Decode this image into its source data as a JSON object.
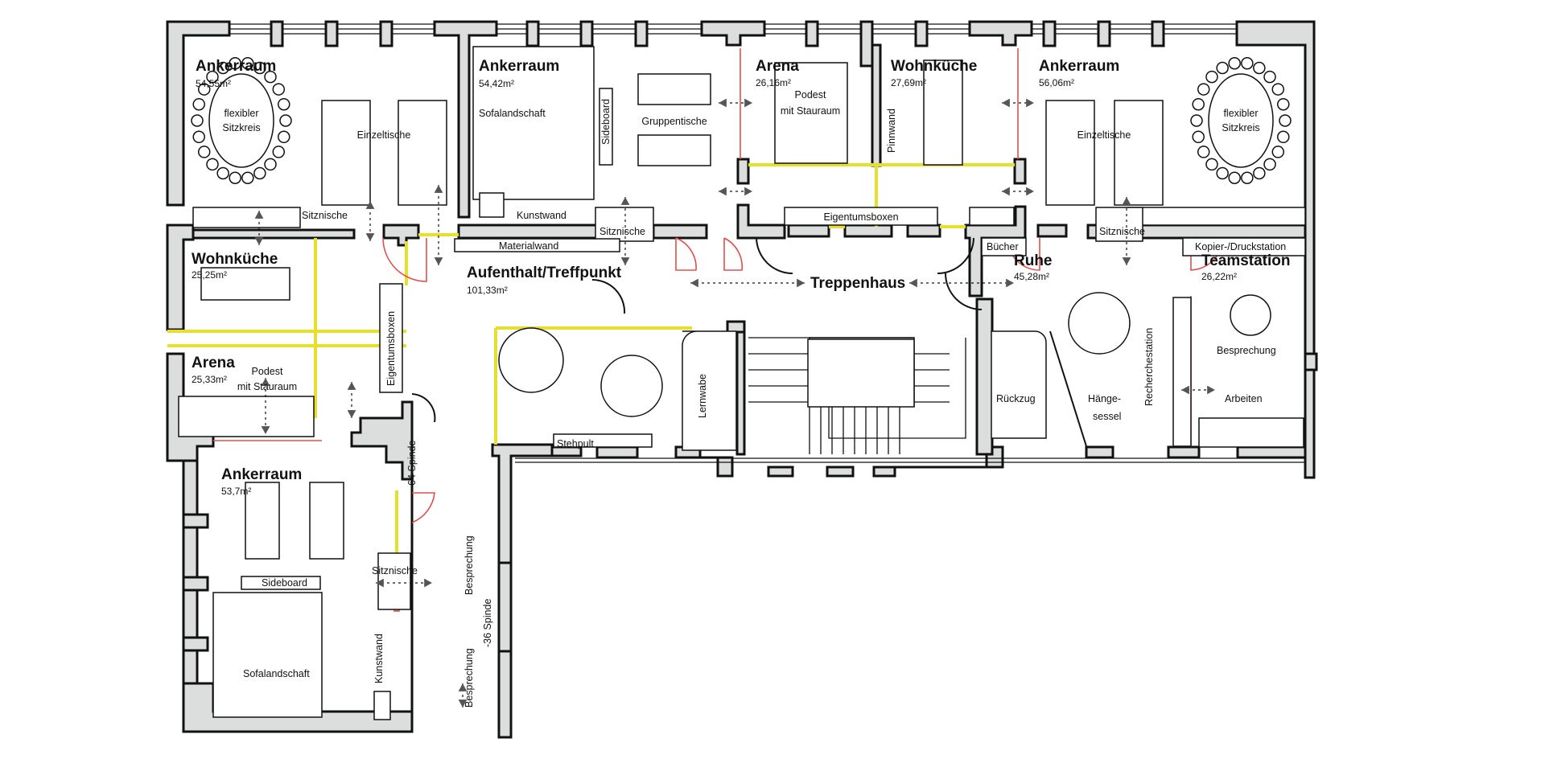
{
  "colors": {
    "wall_fill": "#dcdedd",
    "glass_wall": "#e6df2c",
    "door": "#e0504a",
    "line": "#111111"
  },
  "rooms": [
    {
      "name": "Ankerraum",
      "area": "54,55m²"
    },
    {
      "name": "Ankerraum",
      "area": "54,42m²"
    },
    {
      "name": "Arena",
      "area": "26,16m²"
    },
    {
      "name": "Wohnküche",
      "area": "27,69m²"
    },
    {
      "name": "Ankerraum",
      "area": "56,06m²"
    },
    {
      "name": "Wohnküche",
      "area": "25,25m²"
    },
    {
      "name": "Aufenthalt/Treffpunkt",
      "area": "101,33m²"
    },
    {
      "name": "Ruhe",
      "area": "45,28m²"
    },
    {
      "name": "Teamstation",
      "area": "26,22m²"
    },
    {
      "name": "Arena",
      "area": "25,33m²"
    },
    {
      "name": "Ankerraum",
      "area": "53,7m²"
    }
  ],
  "treppenhaus": "Treppenhaus",
  "labels": {
    "sitzkreis_1": "flexibler",
    "sitzkreis_2": "Sitzkreis",
    "einzeltische": "Einzeltische",
    "sofalandschaft": "Sofalandschaft",
    "sideboard": "Sideboard",
    "gruppentische": "Gruppentische",
    "podest_1": "Podest",
    "podest_2": "mit Stauraum",
    "pinnwand": "Pinnwand",
    "sitznische": "Sitznische",
    "kunstwand": "Kunstwand",
    "materialwand": "Materialwand",
    "eigentumsboxen": "Eigentumsboxen",
    "buecher": "Bücher",
    "kopierstation": "Kopier-/Druckstation",
    "lernwabe": "Lernwabe",
    "stehpult": "Stehpult",
    "rueckzug": "Rückzug",
    "haenge_1": "Hänge-",
    "haenge_2": "sessel",
    "recherchestation": "Recherchestation",
    "besprechung": "Besprechung",
    "arbeiten": "Arbeiten",
    "spinde_64": "-64 Spinde",
    "spinde_36": "-36 Spinde"
  }
}
